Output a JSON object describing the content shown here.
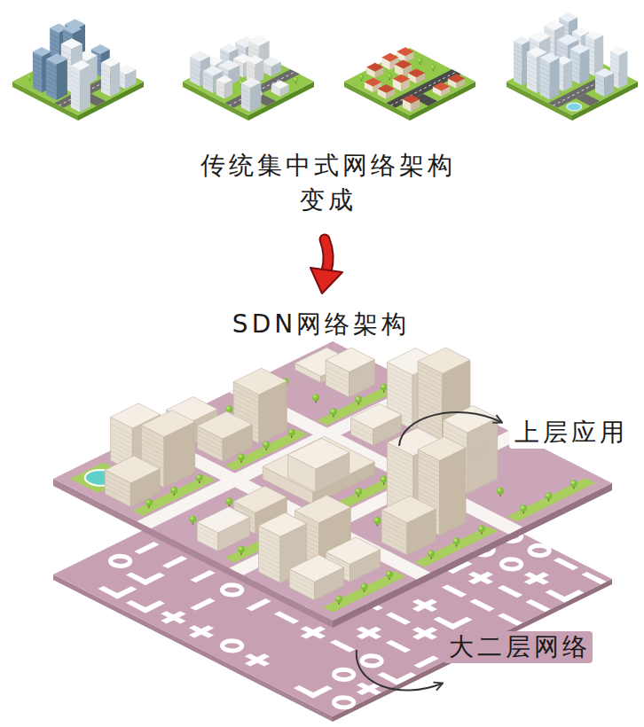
{
  "diagram": {
    "labels": [
      "传统集中式网络架构",
      "变成",
      "SDN网络架构",
      "上层应用",
      "大二层网络"
    ]
  }
}
